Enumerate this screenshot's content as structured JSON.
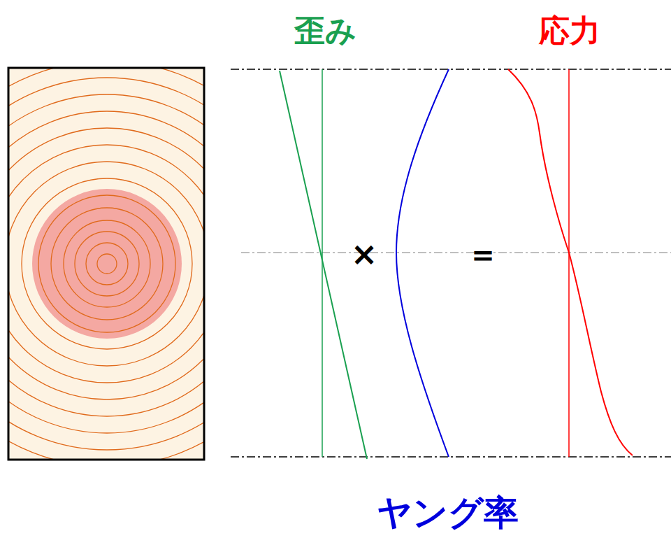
{
  "diagram": {
    "labels": [
      "歪み",
      "応力",
      "×",
      "＝",
      "ヤング率"
    ]
  }
}
